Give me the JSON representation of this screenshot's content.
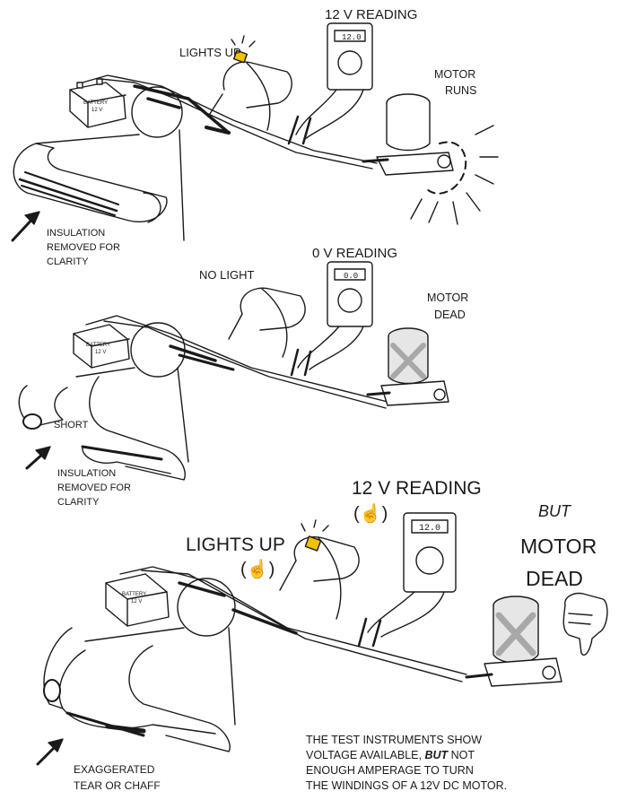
{
  "panel1": {
    "reading": "12 V READING",
    "light": "LIGHTS UP",
    "motor_line1": "MOTOR",
    "motor_line2": "RUNS",
    "battery_label1": "BATTERY",
    "battery_label2": "12 V",
    "meter_display": "12.0",
    "note_line1": "INSULATION",
    "note_line2": "REMOVED FOR",
    "note_line3": "CLARITY"
  },
  "panel2": {
    "reading": "0 V READING",
    "light": "NO LIGHT",
    "motor_line1": "MOTOR",
    "motor_line2": "DEAD",
    "battery_label1": "BATTERY",
    "battery_label2": "12 V",
    "meter_display": "0.0",
    "short_label": "SHORT",
    "note_line1": "INSULATION",
    "note_line2": "REMOVED FOR",
    "note_line3": "CLARITY"
  },
  "panel3": {
    "reading": "12 V READING",
    "light": "LIGHTS UP",
    "but": "BUT",
    "motor_line1": "MOTOR",
    "motor_line2": "DEAD",
    "battery_label1": "BATTERY",
    "battery_label2": "12 V",
    "meter_display": "12.0",
    "note_line1": "EXAGGERATED",
    "note_line2": "TEAR OR CHAFF",
    "caption_line1": "THE TEST INSTRUMENTS SHOW",
    "caption_line2_a": "VOLTAGE AVAILABLE, ",
    "caption_line2_b": "BUT",
    "caption_line2_c": " NOT",
    "caption_line3": "ENOUGH AMPERAGE TO TURN",
    "caption_line4": "THE WINDINGS OF A 12V DC MOTOR."
  },
  "colors": {
    "line": "#1a1a1a",
    "bulb_lit": "#f2c200",
    "motor_fill": "#e6e6e6",
    "x_mark": "#a8a8a8",
    "insulation": "#d0d0d0"
  },
  "icons": [
    "battery-icon",
    "test-light-icon",
    "multimeter-icon",
    "motor-icon",
    "pointing-hand-icon",
    "thumbs-down-icon",
    "arrow-icon"
  ]
}
